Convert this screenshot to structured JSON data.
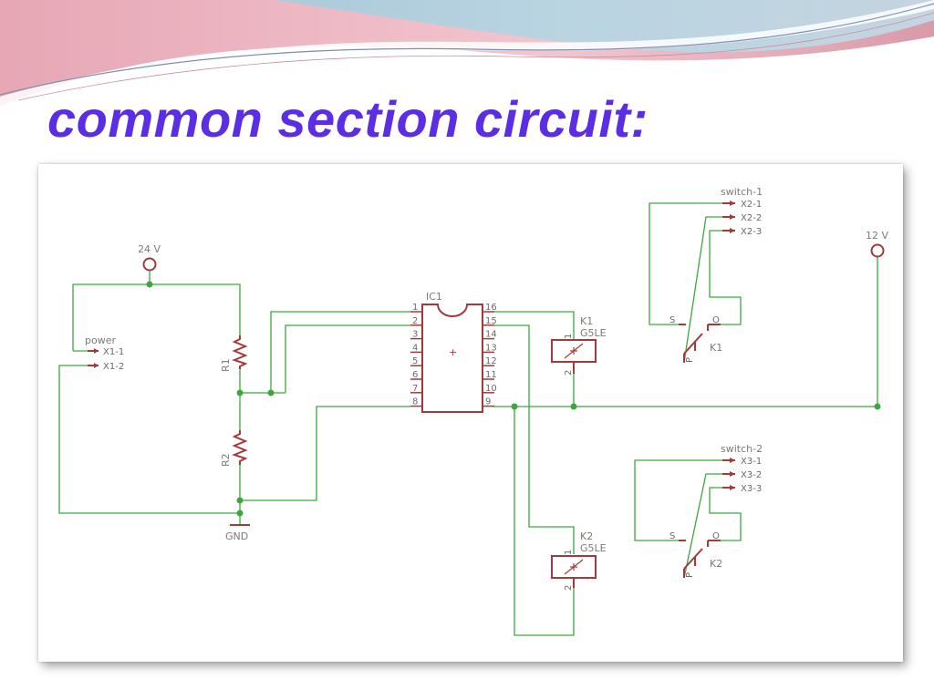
{
  "slide": {
    "title": "common section circuit:"
  },
  "schematic": {
    "supplies": [
      {
        "id": "vin",
        "label": "24 V"
      },
      {
        "id": "vrelay",
        "label": "12 V"
      },
      {
        "id": "gnd",
        "label": "GND"
      }
    ],
    "power_connector": {
      "name": "power",
      "pins": [
        "X1-1",
        "X1-2"
      ]
    },
    "resistors": [
      {
        "name": "R1"
      },
      {
        "name": "R2"
      }
    ],
    "ic": {
      "name": "IC1",
      "left_pins": [
        "1",
        "2",
        "3",
        "4",
        "5",
        "6",
        "7",
        "8"
      ],
      "right_pins": [
        "16",
        "15",
        "14",
        "13",
        "12",
        "11",
        "10",
        "9"
      ],
      "center_mark": "+"
    },
    "relays": [
      {
        "name": "K1",
        "part": "G5LE",
        "pin1": "1",
        "pin2": "2"
      },
      {
        "name": "K2",
        "part": "G5LE",
        "pin1": "1",
        "pin2": "2"
      }
    ],
    "switches": [
      {
        "name": "switch-1",
        "pins": [
          "X2-1",
          "X2-2",
          "X2-3"
        ],
        "contact_s": "S",
        "contact_o": "O",
        "contact_p": "P",
        "relay": "K1"
      },
      {
        "name": "switch-2",
        "pins": [
          "X3-1",
          "X3-2",
          "X3-3"
        ],
        "contact_s": "S",
        "contact_o": "O",
        "contact_p": "P",
        "relay": "K2"
      }
    ],
    "colors": {
      "wire": "#3fa63f",
      "part": "#a33a3a",
      "text": "#7a7a7a",
      "title": "#5b2ee6"
    }
  }
}
